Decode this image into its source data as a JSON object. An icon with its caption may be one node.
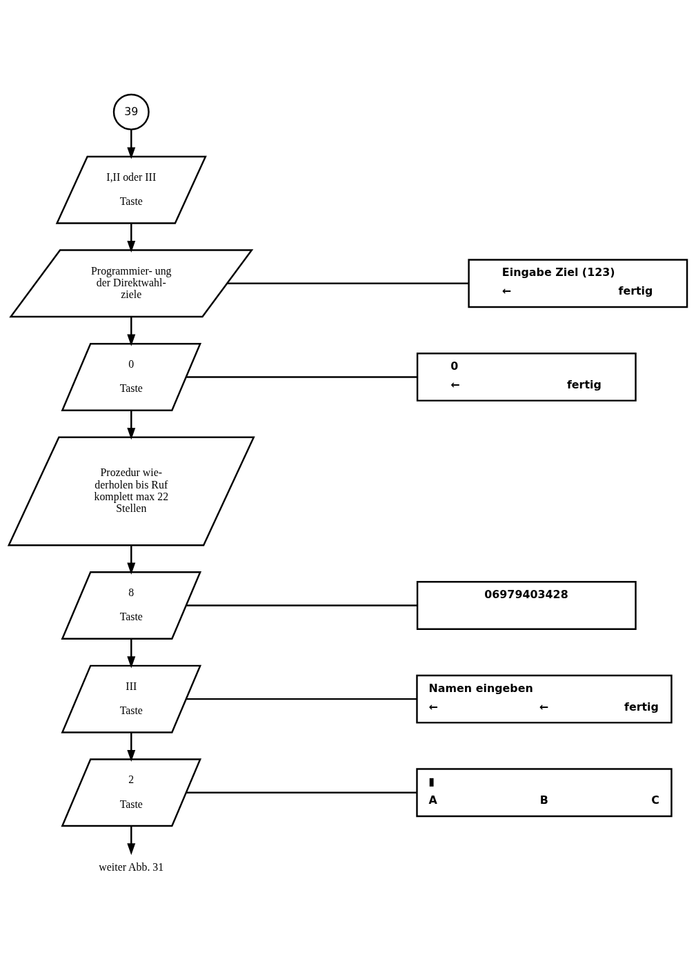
{
  "diagram": {
    "nodes": [
      {
        "text": [
          "39"
        ]
      },
      {
        "text": [
          "I,II oder III",
          "Taste"
        ]
      },
      {
        "text": [
          "Programmier- ung der Direktwahl- ziele"
        ]
      },
      {
        "text": [
          "Eingabe Ziel (123)",
          "←",
          "fertig"
        ]
      },
      {
        "text": [
          "0",
          "Taste"
        ]
      },
      {
        "text": [
          "0",
          "←",
          "fertig"
        ]
      },
      {
        "text": [
          "Prozedur wie- derholen bis Ruf komplett max 22 Stellen"
        ]
      },
      {
        "text": [
          "8",
          "Taste"
        ]
      },
      {
        "text": [
          "06979403428"
        ]
      },
      {
        "text": [
          "III",
          "Taste"
        ]
      },
      {
        "text": [
          "Namen eingeben",
          "←",
          "←",
          "fertig"
        ]
      },
      {
        "text": [
          "2",
          "Taste"
        ]
      },
      {
        "text": [
          "▮",
          "A",
          "B",
          "C"
        ]
      },
      {
        "text": [
          "weiter Abb. 31"
        ]
      }
    ],
    "edges": [
      {
        "from": 0,
        "to": 1,
        "arrow": "to"
      },
      {
        "from": 1,
        "to": 2,
        "arrow": "to"
      },
      {
        "from": 2,
        "to": 3,
        "arrow": "none"
      },
      {
        "from": 2,
        "to": 4,
        "arrow": "to"
      },
      {
        "from": 4,
        "to": 5,
        "arrow": "none"
      },
      {
        "from": 4,
        "to": 6,
        "arrow": "to"
      },
      {
        "from": 6,
        "to": 7,
        "arrow": "to"
      },
      {
        "from": 7,
        "to": 8,
        "arrow": "none"
      },
      {
        "from": 7,
        "to": 9,
        "arrow": "to"
      },
      {
        "from": 9,
        "to": 10,
        "arrow": "none"
      },
      {
        "from": 9,
        "to": 11,
        "arrow": "to"
      },
      {
        "from": 11,
        "to": 12,
        "arrow": "none"
      },
      {
        "from": 11,
        "to": 13,
        "arrow": "to"
      }
    ]
  }
}
